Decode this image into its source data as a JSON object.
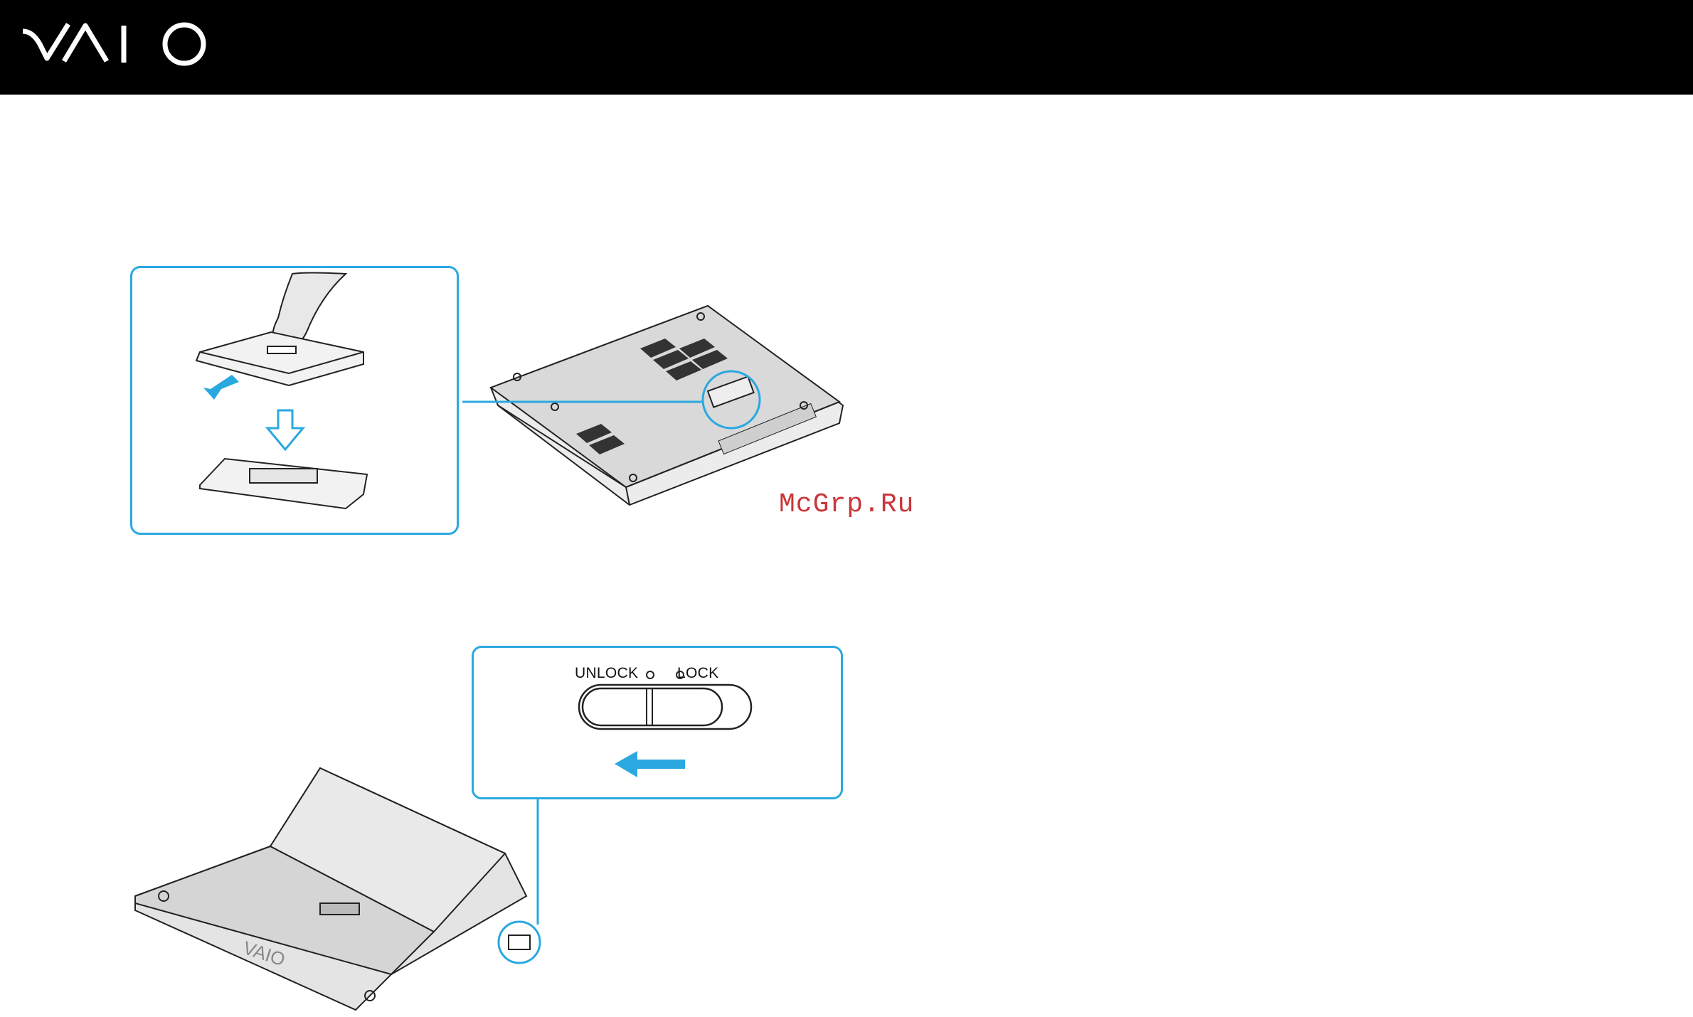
{
  "header": {
    "logo_text": "VAIO"
  },
  "figure_2": {
    "switch_labels": {
      "unlock": "UNLOCK",
      "lock": "LOCK"
    }
  },
  "watermark": {
    "text": "McGrp.Ru"
  },
  "colors": {
    "accent": "#2aa8e0",
    "header": "#000000",
    "watermark": "#c8373a"
  }
}
